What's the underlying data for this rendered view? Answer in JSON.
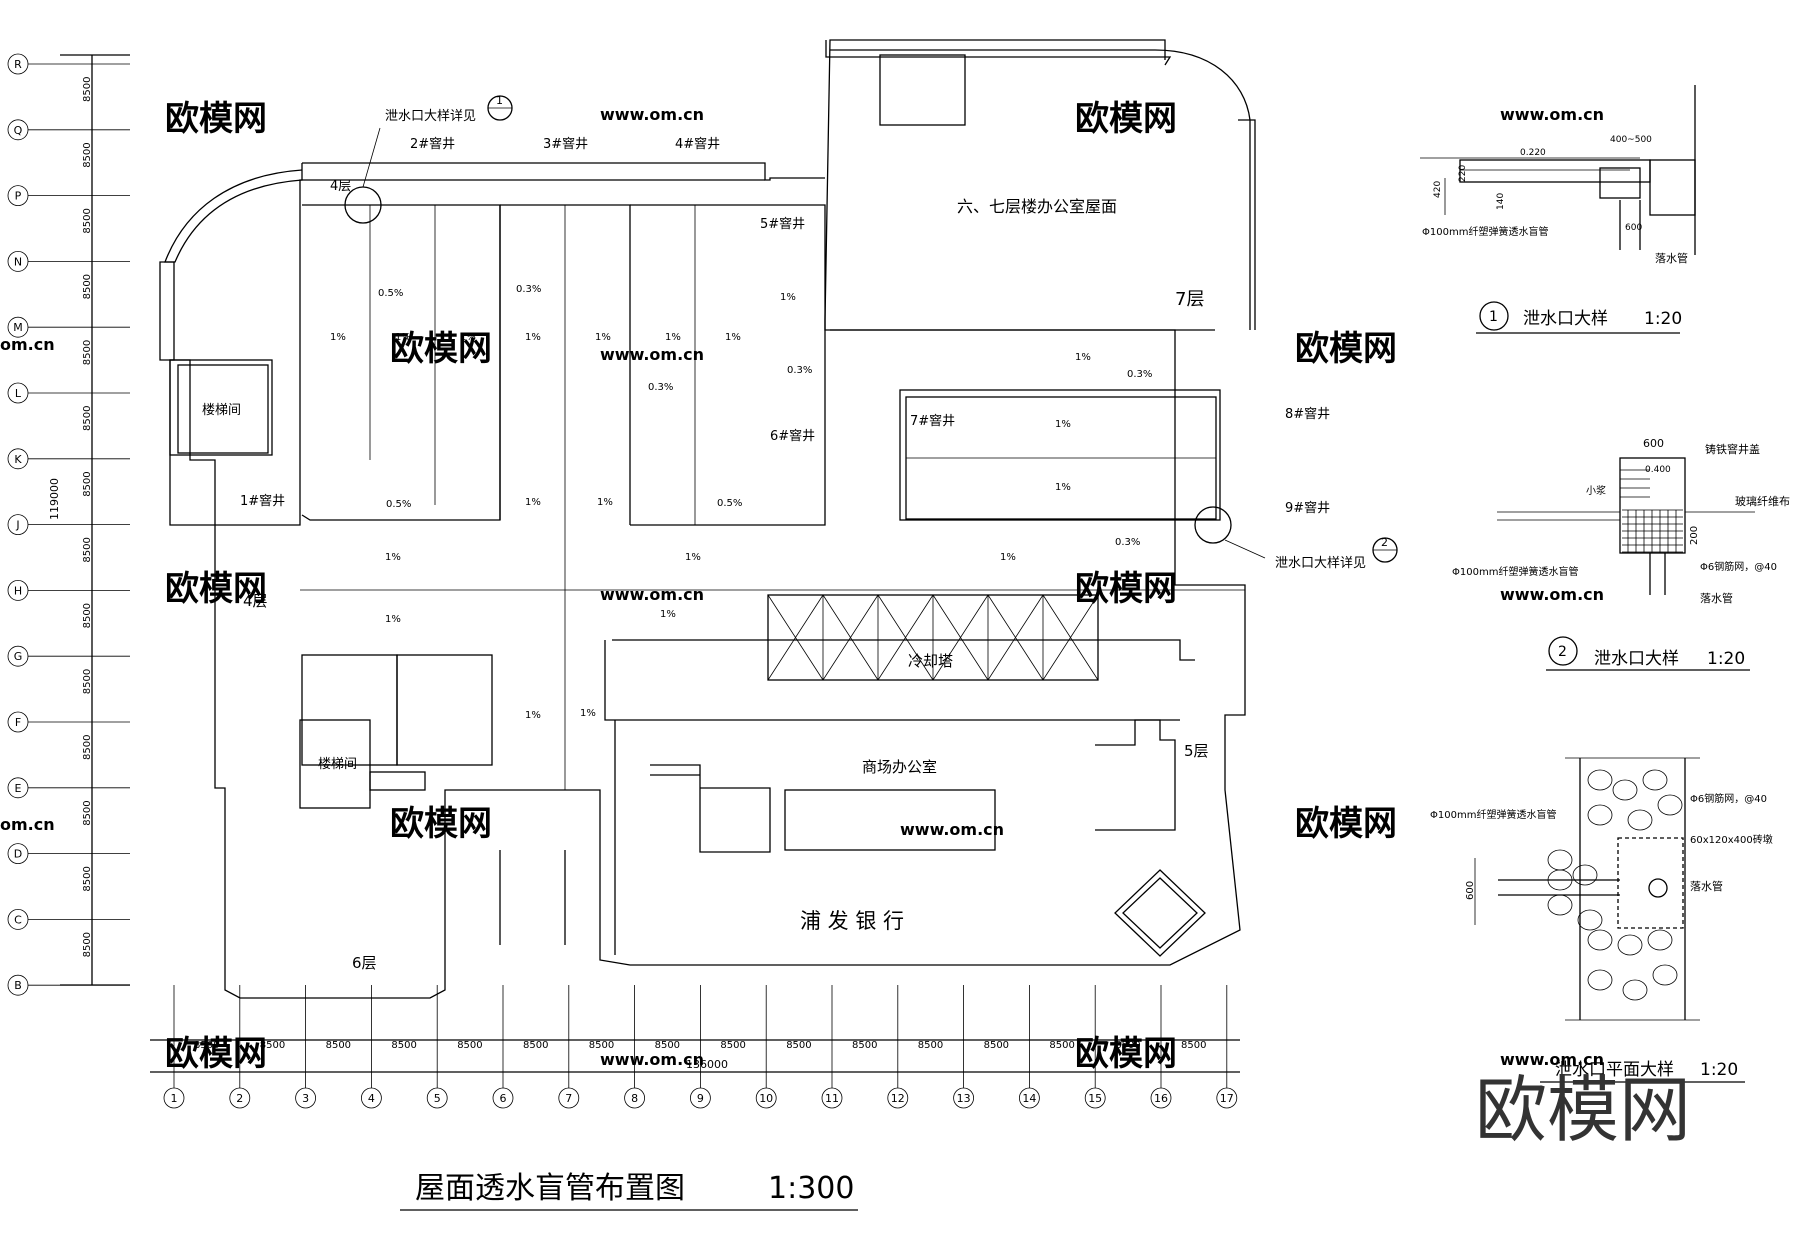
{
  "watermarks": [
    "欧模网",
    "www.om.cn",
    "om.cn"
  ],
  "brand_logo": "欧模网",
  "plan": {
    "title": "屋面透水盲管布置图",
    "scale": "1:300",
    "total_dimension": "136000",
    "span_dimension": "8500",
    "vertical_total": "119000",
    "col_axes": [
      "1",
      "2",
      "3",
      "4",
      "5",
      "6",
      "7",
      "8",
      "9",
      "10",
      "11",
      "12",
      "13",
      "14",
      "15",
      "16",
      "17"
    ],
    "row_axes": [
      "R",
      "Q",
      "P",
      "N",
      "M",
      "L",
      "K",
      "J",
      "H",
      "G",
      "F",
      "E",
      "D",
      "C",
      "B"
    ],
    "rooms": {
      "roof_67": "六、七层楼办公室屋面",
      "floor7": "7层",
      "floor4_top": "4层",
      "floor4_left": "4层",
      "stair1": "楼梯间",
      "stair2": "楼梯间",
      "cooling_tower": "冷却塔",
      "mall_office": "商场办公室",
      "floor5": "5层",
      "bank": "浦 发 银 行",
      "floor6": "6层"
    },
    "wells": {
      "w1": "1#窨井",
      "w2": "2#窨井",
      "w3": "3#窨井",
      "w4": "4#窨井",
      "w5": "5#窨井",
      "w6": "6#窨井",
      "w7": "7#窨井",
      "w8": "8#窨井",
      "w9": "9#窨井"
    },
    "callouts": {
      "c1": "泄水口大样详见",
      "c1_num": "1",
      "c2": "泄水口大样详见",
      "c2_num": "2"
    },
    "slopes": {
      "p1": "1%",
      "p03": "0.3%",
      "p05": "0.5%"
    }
  },
  "details": {
    "d1": {
      "num": "1",
      "title": "泄水口大样",
      "scale": "1:20",
      "dims": {
        "a": "0.220",
        "b": "400~500",
        "c": "420",
        "d": "220",
        "e": "140",
        "f": "600"
      },
      "labels": {
        "pipe": "Φ100mm纤塑弹簧透水盲管",
        "downpipe": "落水管"
      }
    },
    "d2": {
      "num": "2",
      "title": "泄水口大样",
      "scale": "1:20",
      "dims": {
        "w": "600",
        "in": "0.400",
        "h": "200"
      },
      "labels": {
        "cover": "铸铁窨井盖",
        "bump": "小浆",
        "fiber": "玻璃纤维布",
        "pipe": "Φ100mm纤塑弹簧透水盲管",
        "mesh": "Φ6钢筋网，@40",
        "downpipe": "落水管"
      }
    },
    "d3": {
      "title": "泄水口平面大样",
      "scale": "1:20",
      "dims": {
        "h": "600"
      },
      "labels": {
        "pipe": "Φ100mm纤塑弹簧透水盲管",
        "mesh": "Φ6钢筋网，@40",
        "brick": "60x120x400砖墩",
        "downpipe": "落水管"
      }
    }
  }
}
